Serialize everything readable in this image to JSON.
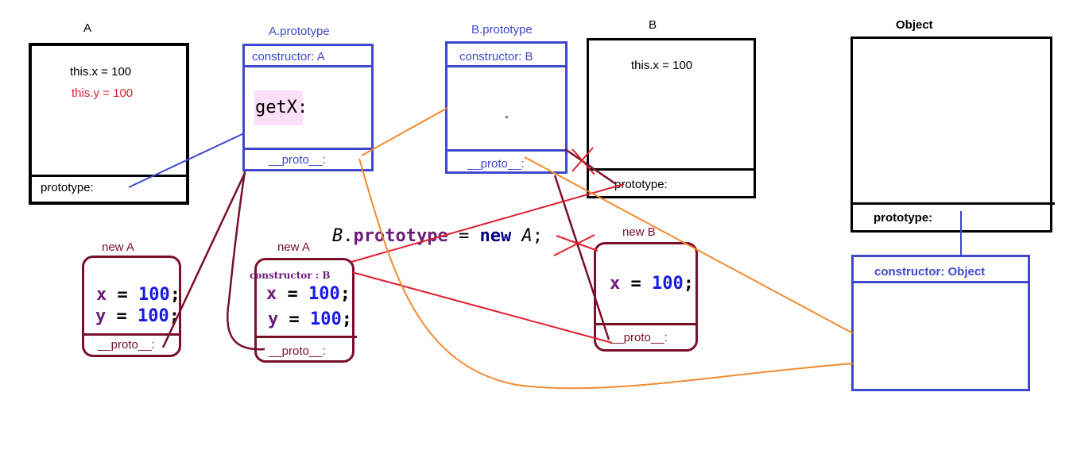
{
  "A": {
    "title": "A",
    "line1": "this.x = 100",
    "line2": "this.y = 100",
    "prototype": "prototype:"
  },
  "A_prototype": {
    "title": "A.prototype",
    "constructor": "constructor: A",
    "method": "getX:",
    "proto": "__proto__:"
  },
  "B_prototype": {
    "title": "B.prototype",
    "constructor": "constructor: B",
    "dot": ".",
    "proto": "__proto__:"
  },
  "B": {
    "title": "B",
    "line1": "this.x = 100",
    "prototype": "prototype:"
  },
  "Object": {
    "title": "Object",
    "prototype": "prototype:"
  },
  "Object_prototype": {
    "constructor": "constructor: Object"
  },
  "newA1": {
    "title": "new A",
    "x": "x",
    "xval": "100",
    "y": "y",
    "yval": "100",
    "proto": "__proto__:"
  },
  "newA2": {
    "title": "new A",
    "constructor": "constructor : B",
    "x": "x",
    "xval": "100",
    "y": "y",
    "yval": "100",
    "proto": "__proto__:"
  },
  "newB": {
    "title": "new B",
    "x": "x",
    "xval": "100",
    "proto": "__proto__:"
  },
  "statement": {
    "obj": "B",
    "dot": ".",
    "prop": "prototype",
    "eq": " = ",
    "kw": "new",
    "ctor": "A",
    "semi": ";"
  },
  "colors": {
    "blue": "#3f48cc",
    "darkred": "#7a0f2a",
    "red": "#e0202e",
    "orange": "#f28a30",
    "black": "#000000"
  }
}
